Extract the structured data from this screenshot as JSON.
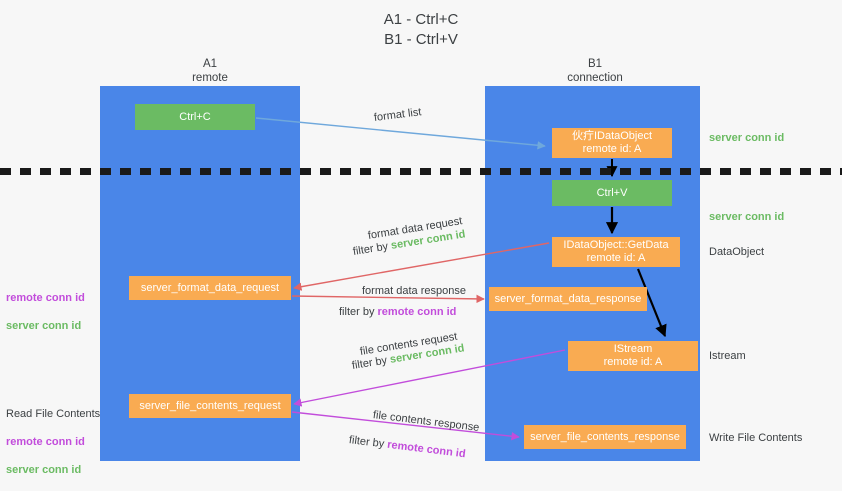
{
  "title": "A1 - Ctrl+C\nB1 - Ctrl+V",
  "columns": {
    "a1": {
      "name": "A1",
      "role": "remote",
      "header": "A1\nremote"
    },
    "b1": {
      "name": "B1",
      "role": "connection",
      "header": "B1\nconnection"
    }
  },
  "colors": {
    "lane": "#4a86e8",
    "node_green": "#6bbb63",
    "node_orange": "#f9ab52",
    "server_conn": "#6bbb63",
    "remote_conn": "#c24ddb",
    "arrow_blue": "#6fa8dc",
    "arrow_red": "#e06666",
    "arrow_magenta": "#c24ddb",
    "arrow_black": "#000000",
    "background": "#f7f7f7",
    "text": "#3c4043"
  },
  "nodes": {
    "ctrl_c": "Ctrl+C",
    "idataobject": "伙疔IDataObject\nremote id: A",
    "ctrl_v": "Ctrl+V",
    "getdata": "IDataObject::GetData\nremote id: A",
    "format_data_request": "server_format_data_request",
    "format_data_response": "server_format_data_response",
    "istream": "IStream\nremote id: A",
    "file_contents_request": "server_file_contents_request",
    "file_contents_response": "server_file_contents_response"
  },
  "edges": {
    "format_list": "format list",
    "format_data_request": "format data request",
    "format_data_response": "format data response",
    "file_contents_request": "file contents request",
    "file_contents_response": "file contents response",
    "filter_by": "filter by",
    "server_conn_id": "server conn id",
    "remote_conn_id": "remote conn id"
  },
  "annotations": {
    "server_conn_id": "server conn id",
    "remote_conn_id": "remote conn id",
    "read_file_contents": "Read File Contents",
    "write_file_contents": "Write File Contents",
    "dataobject": "DataObject",
    "istream": "Istream"
  }
}
